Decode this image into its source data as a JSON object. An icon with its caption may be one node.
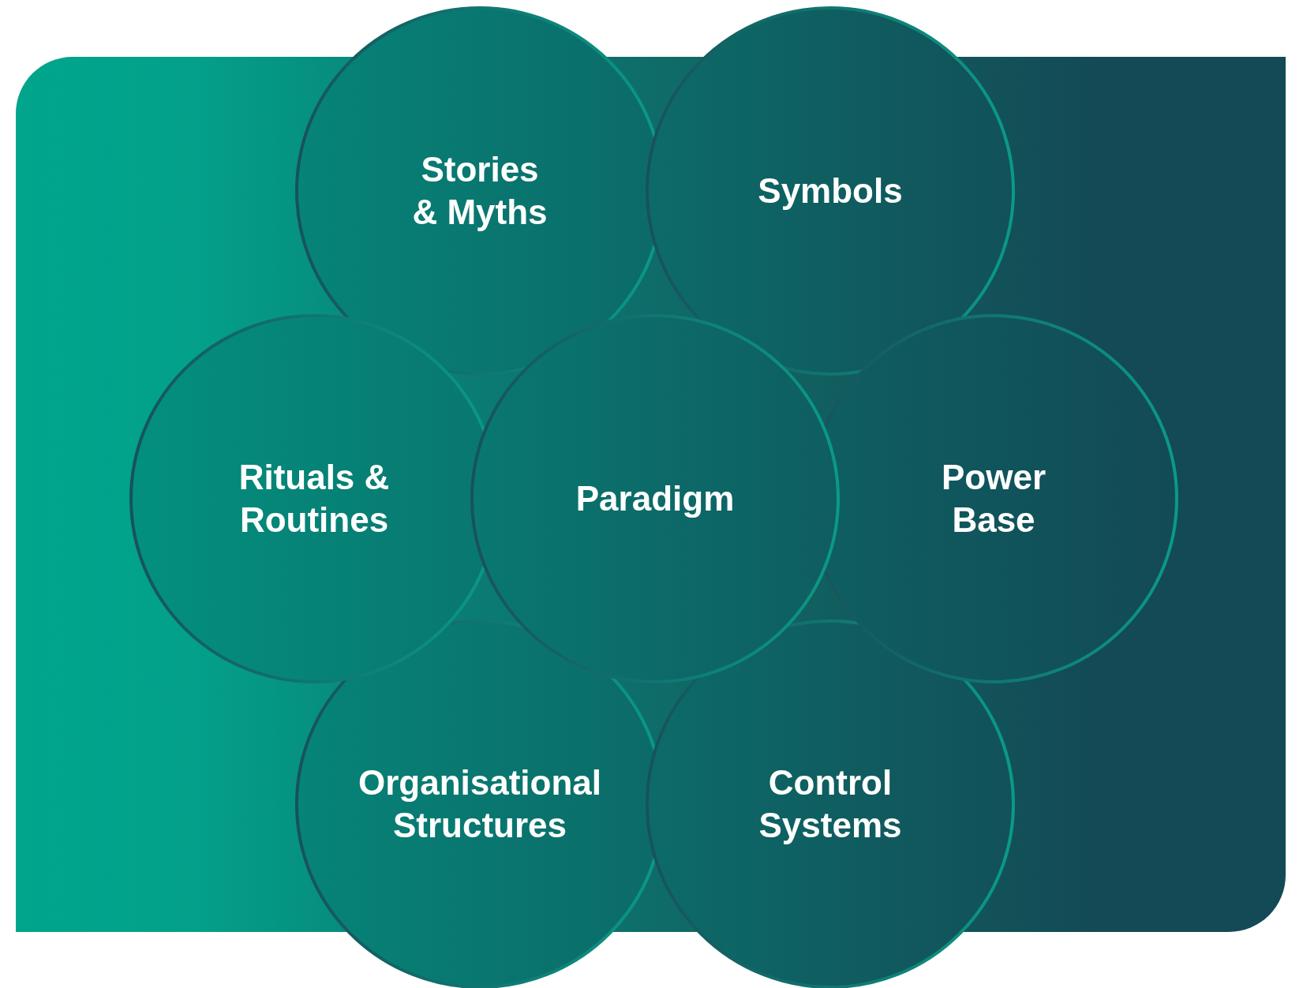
{
  "diagram": {
    "nodes": [
      {
        "text": [
          "Stories & Myths"
        ]
      },
      {
        "text": [
          "Symbols"
        ]
      },
      {
        "text": [
          "Rituals & Routines"
        ]
      },
      {
        "text": [
          "Paradigm"
        ]
      },
      {
        "text": [
          "Power Base"
        ]
      },
      {
        "text": [
          "Organisational Structures"
        ]
      },
      {
        "text": [
          "Control Systems"
        ]
      }
    ]
  }
}
